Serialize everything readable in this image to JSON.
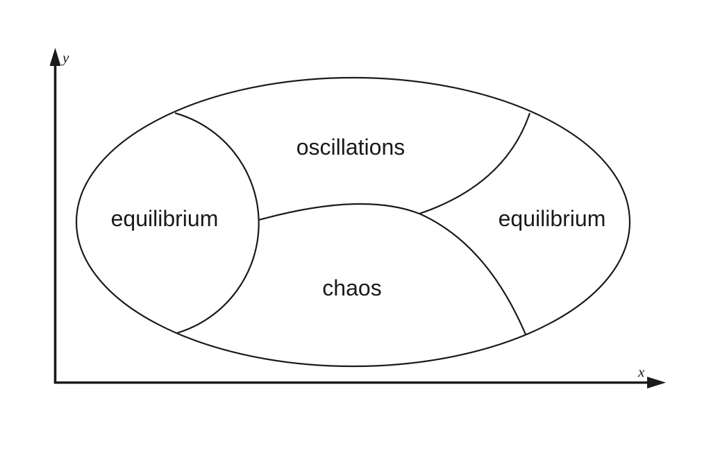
{
  "diagram": {
    "description": "Ellipse partitioned into dynamical-regime regions on an x-y plane",
    "colors": {
      "background": "#ffffff",
      "stroke": "#1a1a1a",
      "text": "#1a1a1a"
    },
    "axes": {
      "x_label": "x",
      "y_label": "y"
    },
    "regions": [
      {
        "position": "left",
        "label": "equilibrium"
      },
      {
        "position": "top-center",
        "label": "oscillations"
      },
      {
        "position": "bottom-center",
        "label": "chaos"
      },
      {
        "position": "right",
        "label": "equilibrium"
      }
    ]
  }
}
